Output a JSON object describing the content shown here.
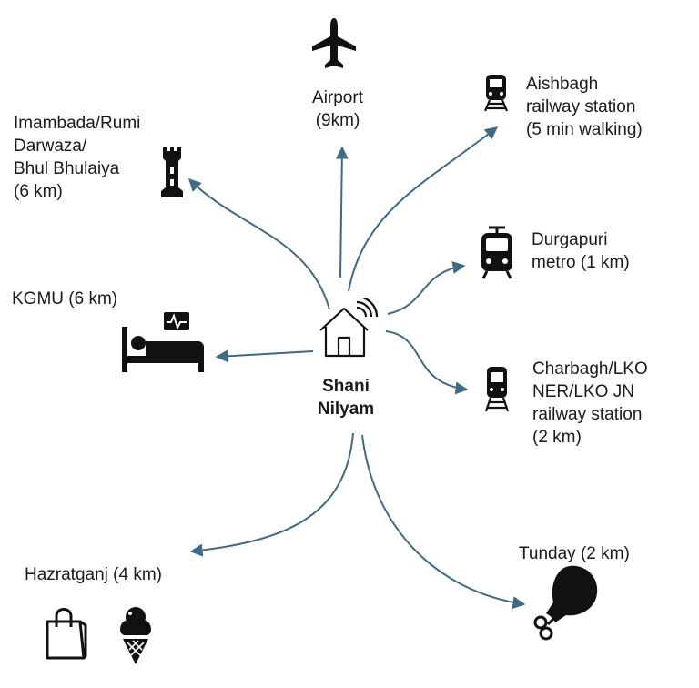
{
  "colors": {
    "arrow": "#3f6a85",
    "icon": "#111111",
    "text": "#1a1a1a"
  },
  "center": {
    "icon": "home-wifi-icon",
    "label_lines": [
      "Shani",
      "Nilyam"
    ]
  },
  "destinations": {
    "airport": {
      "icon": "airplane-icon",
      "label_lines": [
        "Airport",
        "(9km)"
      ]
    },
    "aishbagh": {
      "icon": "train-icon",
      "label_lines": [
        "Aishbagh",
        "railway station",
        "(5 min walking)"
      ]
    },
    "imambada": {
      "icon": "tower-icon",
      "label_lines": [
        "Imambada/Rumi",
        "Darwaza/",
        "Bhul Bhulaiya",
        "(6 km)"
      ]
    },
    "durgapuri": {
      "icon": "metro-icon",
      "label_lines": [
        "Durgapuri",
        "metro (1 km)"
      ]
    },
    "kgmu": {
      "icon": "hospital-bed-icon",
      "label_lines": [
        "KGMU (6 km)"
      ]
    },
    "charbagh": {
      "icon": "train-icon",
      "label_lines": [
        "Charbagh/LKO",
        "NER/LKO JN",
        "railway station",
        "(2 km)"
      ]
    },
    "hazratganj": {
      "icons": [
        "shopping-bag-icon",
        "ice-cream-icon"
      ],
      "label_lines": [
        "Hazratganj (4 km)"
      ]
    },
    "tunday": {
      "icon": "chicken-leg-icon",
      "label_lines": [
        "Tunday (2 km)"
      ]
    }
  }
}
